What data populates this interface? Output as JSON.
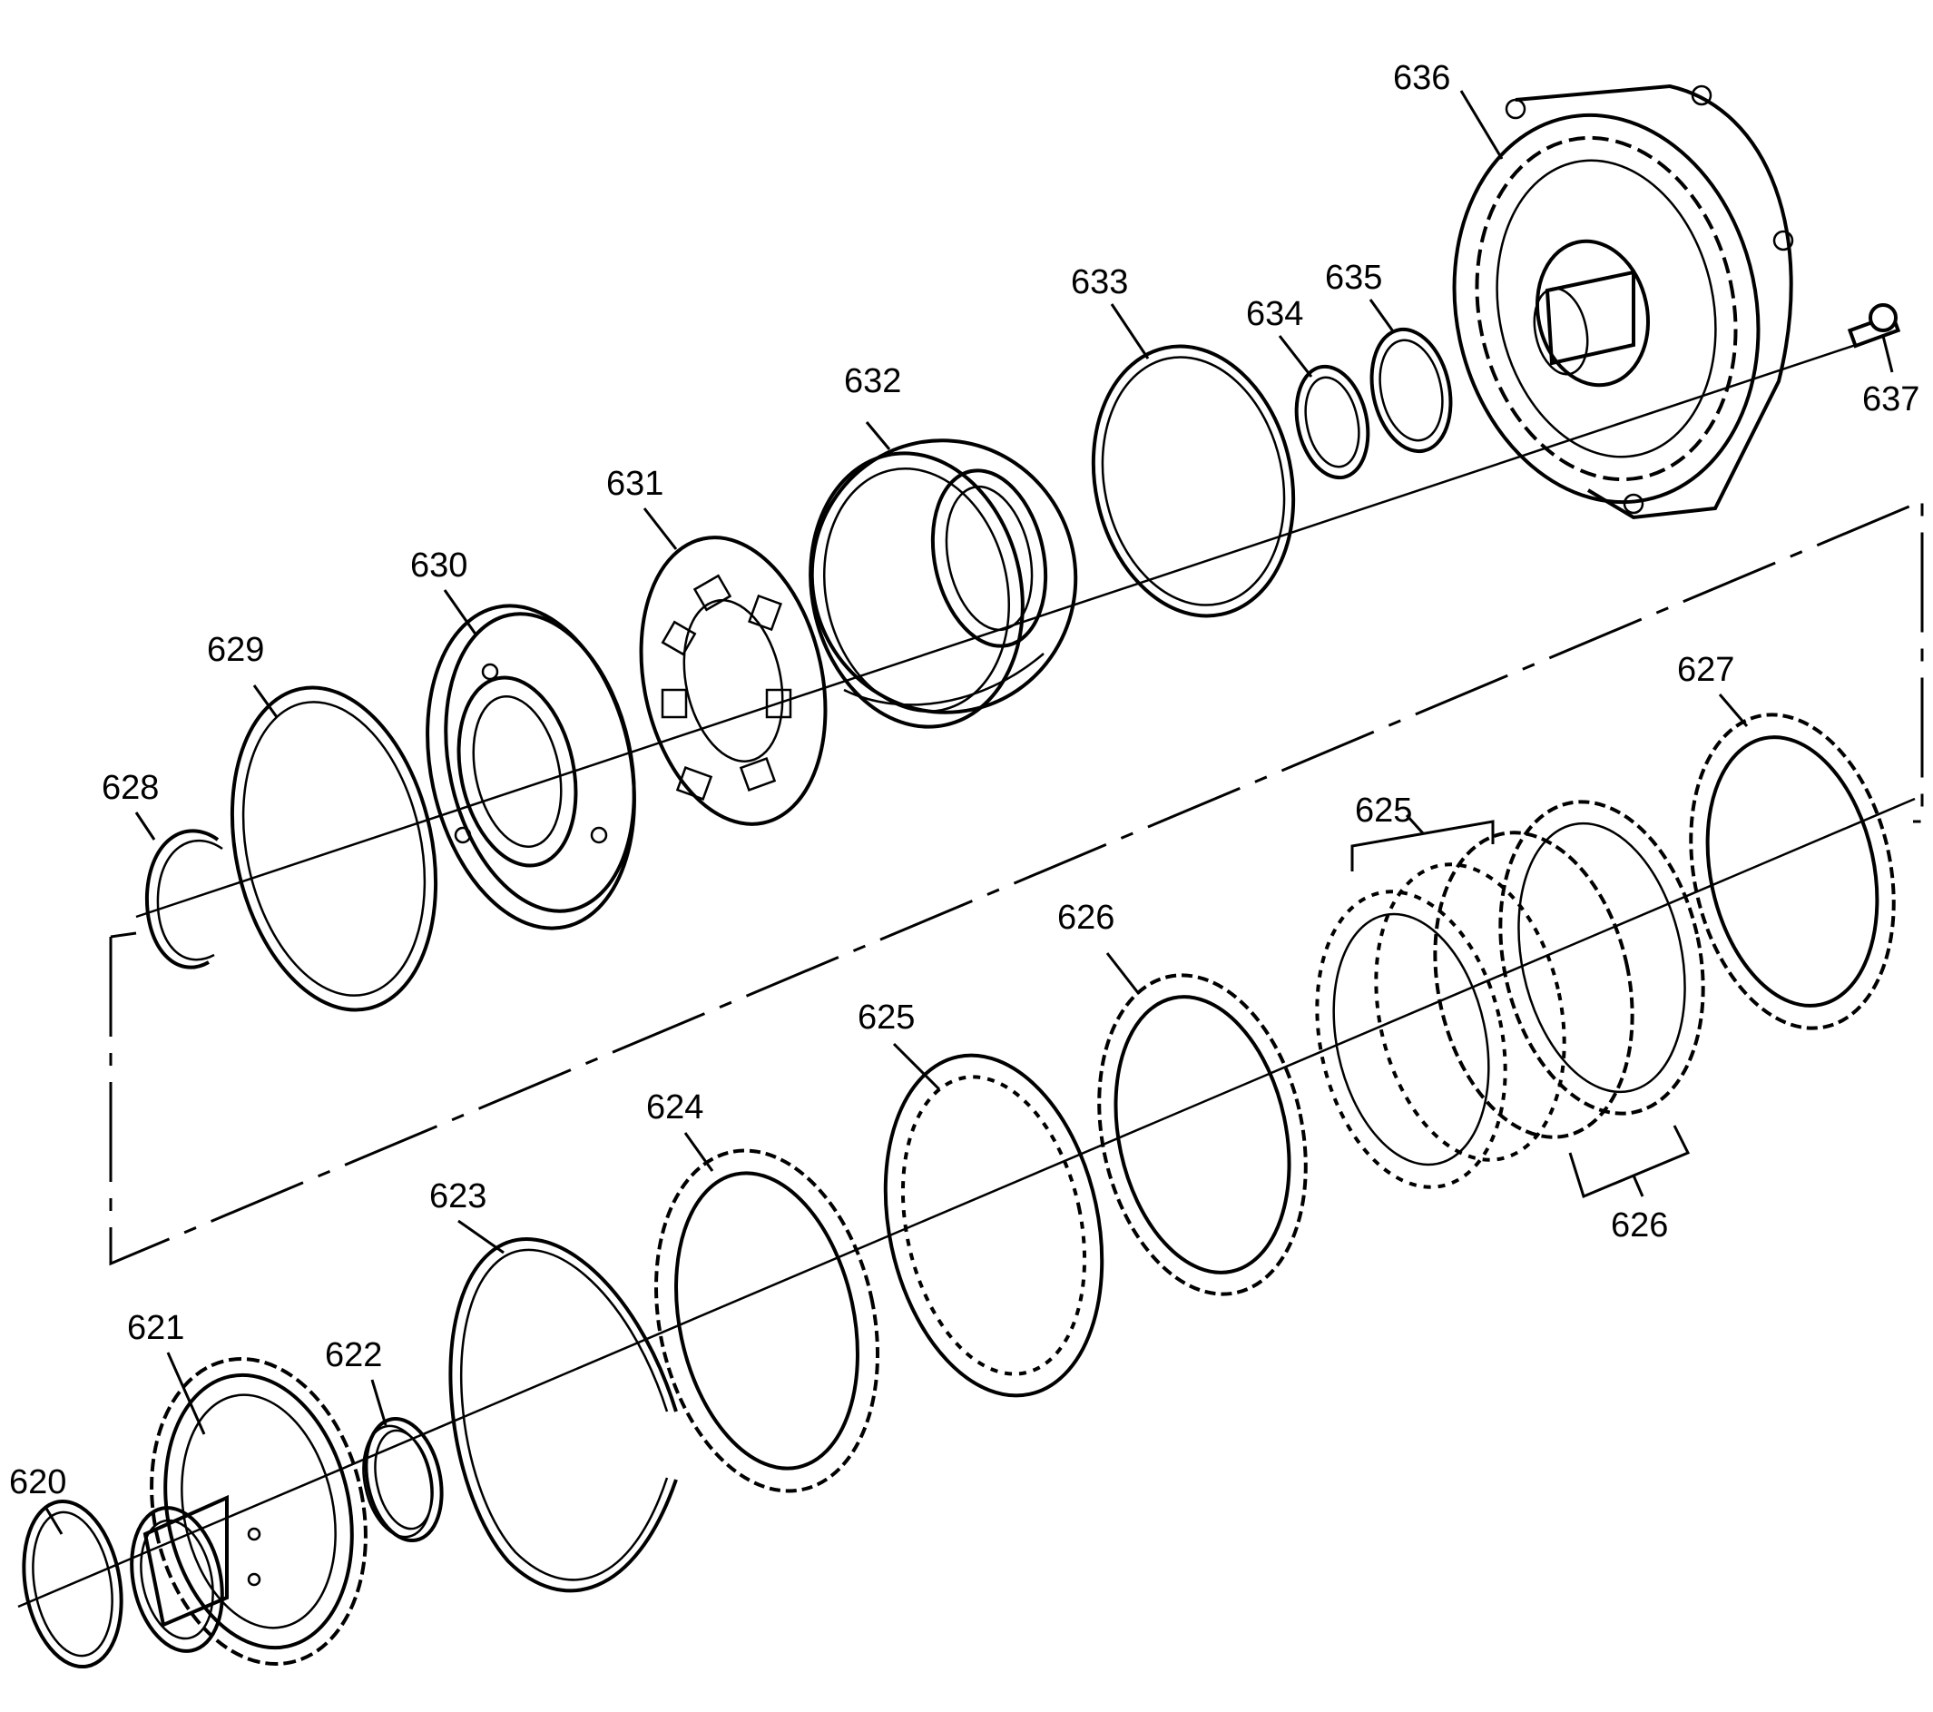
{
  "parts": {
    "p620": "620",
    "p621": "621",
    "p622": "622",
    "p623": "623",
    "p624": "624",
    "p625a": "625",
    "p625b": "625",
    "p626a": "626",
    "p626b": "626",
    "p627": "627",
    "p628": "628",
    "p629": "629",
    "p630": "630",
    "p631": "631",
    "p632": "632",
    "p633": "633",
    "p634": "634",
    "p635": "635",
    "p636": "636",
    "p637": "637"
  }
}
